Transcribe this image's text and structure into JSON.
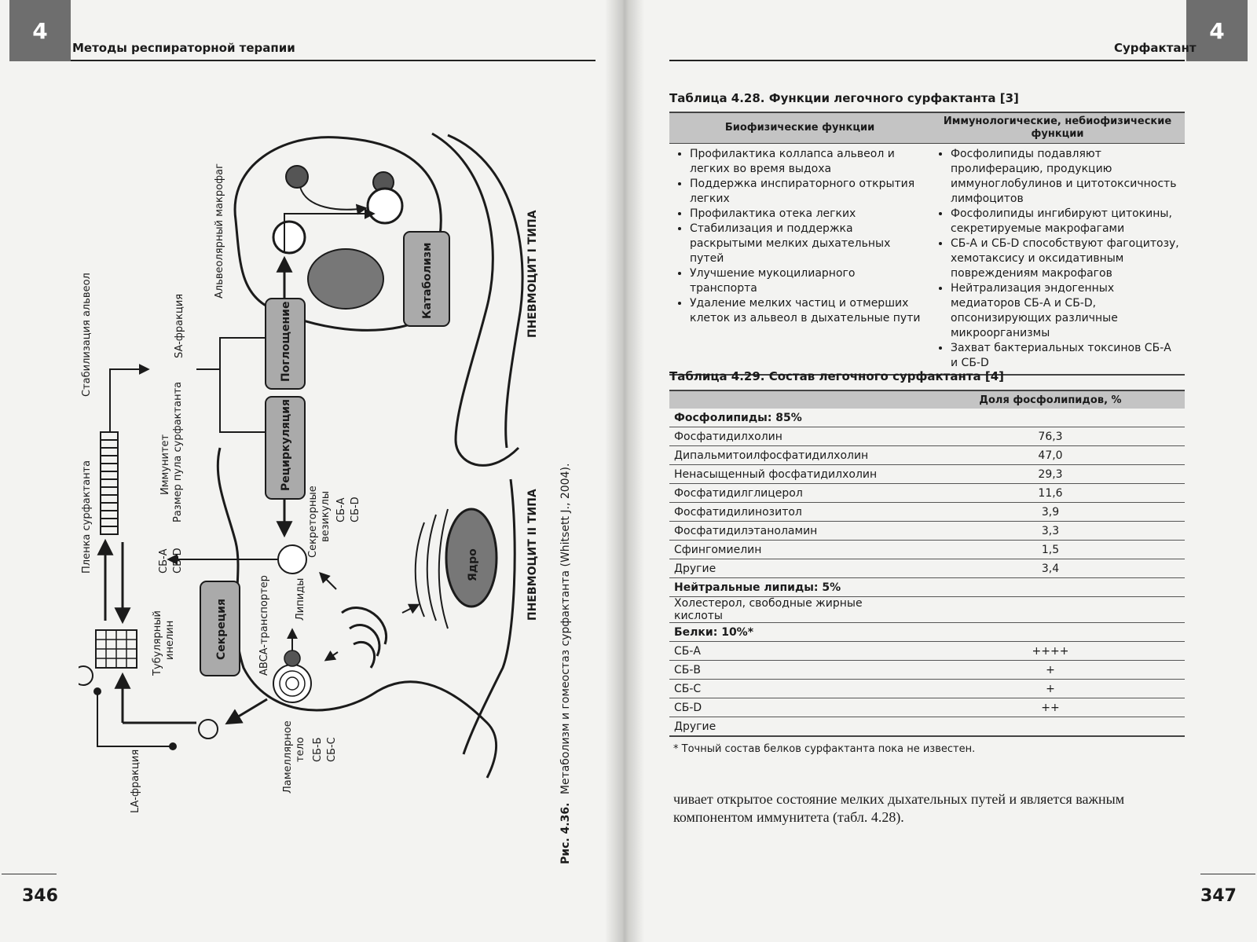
{
  "left_page": {
    "chapter_number": "4",
    "header_title": "Методы респираторной терапии",
    "page_number": "346",
    "figure": {
      "caption_bold": "Рис. 4.36.",
      "caption_text": "Метаболизм и гомеостаз сурфактанта (Whitsett J., 2004).",
      "labels": {
        "film": "Пленка сурфактанта",
        "stabilization": "Стабилизация альвеол",
        "immunity": "Иммунитет",
        "pool_size": "Размер пула сурфактанта",
        "sa_fraction": "SA-фракция",
        "sb_a": "СБ-А",
        "sb_d": "СБ-D",
        "macrophage": "Альвеолярный макрофаг",
        "uptake": "Поглощение",
        "recycling": "Рециркуляция",
        "catabolism": "Катаболизм",
        "pneumocyte1": "ПНЕВМОЦИТ I ТИПА",
        "pneumocyte2": "ПНЕВМОЦИТ II ТИПА",
        "secretory_vesicles_1": "Секреторные",
        "secretory_vesicles_2": "везикулы",
        "vesicle_sb_a": "СБ-А",
        "vesicle_sb_d": "СБ-D",
        "secretion": "Секреция",
        "abca": "ABCA-транспортер",
        "lipids": "Липиды",
        "nucleus": "Ядро",
        "tubular_myelin_1": "Тубулярный",
        "tubular_myelin_2": "инелин",
        "lamellar_body_1": "Ламеллярное",
        "lamellar_body_2": "тело",
        "lb_sb_b": "СБ-Б",
        "lb_sb_c": "СБ-С",
        "la_fraction": "LA-фракция"
      }
    }
  },
  "right_page": {
    "chapter_number": "4",
    "header_title": "Сурфактант",
    "page_number": "347",
    "table_428": {
      "caption": "Таблица 4.28. Функции легочного сурфактанта [3]",
      "headers": [
        "Биофизические функции",
        "Иммунологические, небиофизические функции"
      ],
      "biophysical": [
        "Профилактика коллапса альвеол и легких во время выдоха",
        "Поддержка инспираторного открытия легких",
        "Профилактика отека легких",
        "Стабилизация и поддержка раскрытыми мелких дыхательных путей",
        "Улучшение мукоцилиарного транспорта",
        "Удаление мелких частиц и отмерших клеток из альвеол в дыхательные пути"
      ],
      "immunological": [
        "Фосфолипиды подавляют пролиферацию, продукцию иммуноглобулинов и цитотоксичность лимфоцитов",
        "Фосфолипиды ингибируют цитокины, секретируемые макрофагами",
        "СБ-А и СБ-D способствуют фагоцитозу, хемотаксису и оксидативным повреждениям макрофагов",
        "Нейтрализация эндогенных медиаторов СБ-А и СБ-D, опсонизирующих различные микроорганизмы",
        "Захват бактериальных токсинов СБ-А и СБ-D"
      ]
    },
    "table_429": {
      "caption": "Таблица 4.29. Состав легочного сурфактанта [4]",
      "header_value": "Доля фосфолипидов, %",
      "rows": [
        {
          "label": "Фосфолипиды: 85%",
          "value": "",
          "group": true
        },
        {
          "label": "Фосфатидилхолин",
          "value": "76,3",
          "group": false
        },
        {
          "label": "Дипальмитоилфосфатидилхолин",
          "value": "47,0",
          "group": false
        },
        {
          "label": "Ненасыщенный фосфатидилхолин",
          "value": "29,3",
          "group": false
        },
        {
          "label": "Фосфатидилглицерол",
          "value": "11,6",
          "group": false
        },
        {
          "label": "Фосфатидилинозитол",
          "value": "3,9",
          "group": false
        },
        {
          "label": "Фосфатидилэтаноламин",
          "value": "3,3",
          "group": false
        },
        {
          "label": "Сфингомиелин",
          "value": "1,5",
          "group": false
        },
        {
          "label": "Другие",
          "value": "3,4",
          "group": false
        },
        {
          "label": "Нейтральные липиды: 5%",
          "value": "",
          "group": true
        },
        {
          "label": "Холестерол, свободные жирные кислоты",
          "value": "",
          "group": false
        },
        {
          "label": "Белки: 10%*",
          "value": "",
          "group": true
        },
        {
          "label": "СБ-А",
          "value": "++++",
          "group": false
        },
        {
          "label": "СБ-В",
          "value": "+",
          "group": false
        },
        {
          "label": "СБ-С",
          "value": "+",
          "group": false
        },
        {
          "label": "СБ-D",
          "value": "++",
          "group": false
        },
        {
          "label": "Другие",
          "value": "",
          "group": false
        }
      ],
      "footnote": "* Точный состав белков сурфактанта пока не известен."
    },
    "body_text": "чивает открытое состояние мелких дыхательных путей и является важным компонентом иммунитета (табл. 4.28)."
  }
}
